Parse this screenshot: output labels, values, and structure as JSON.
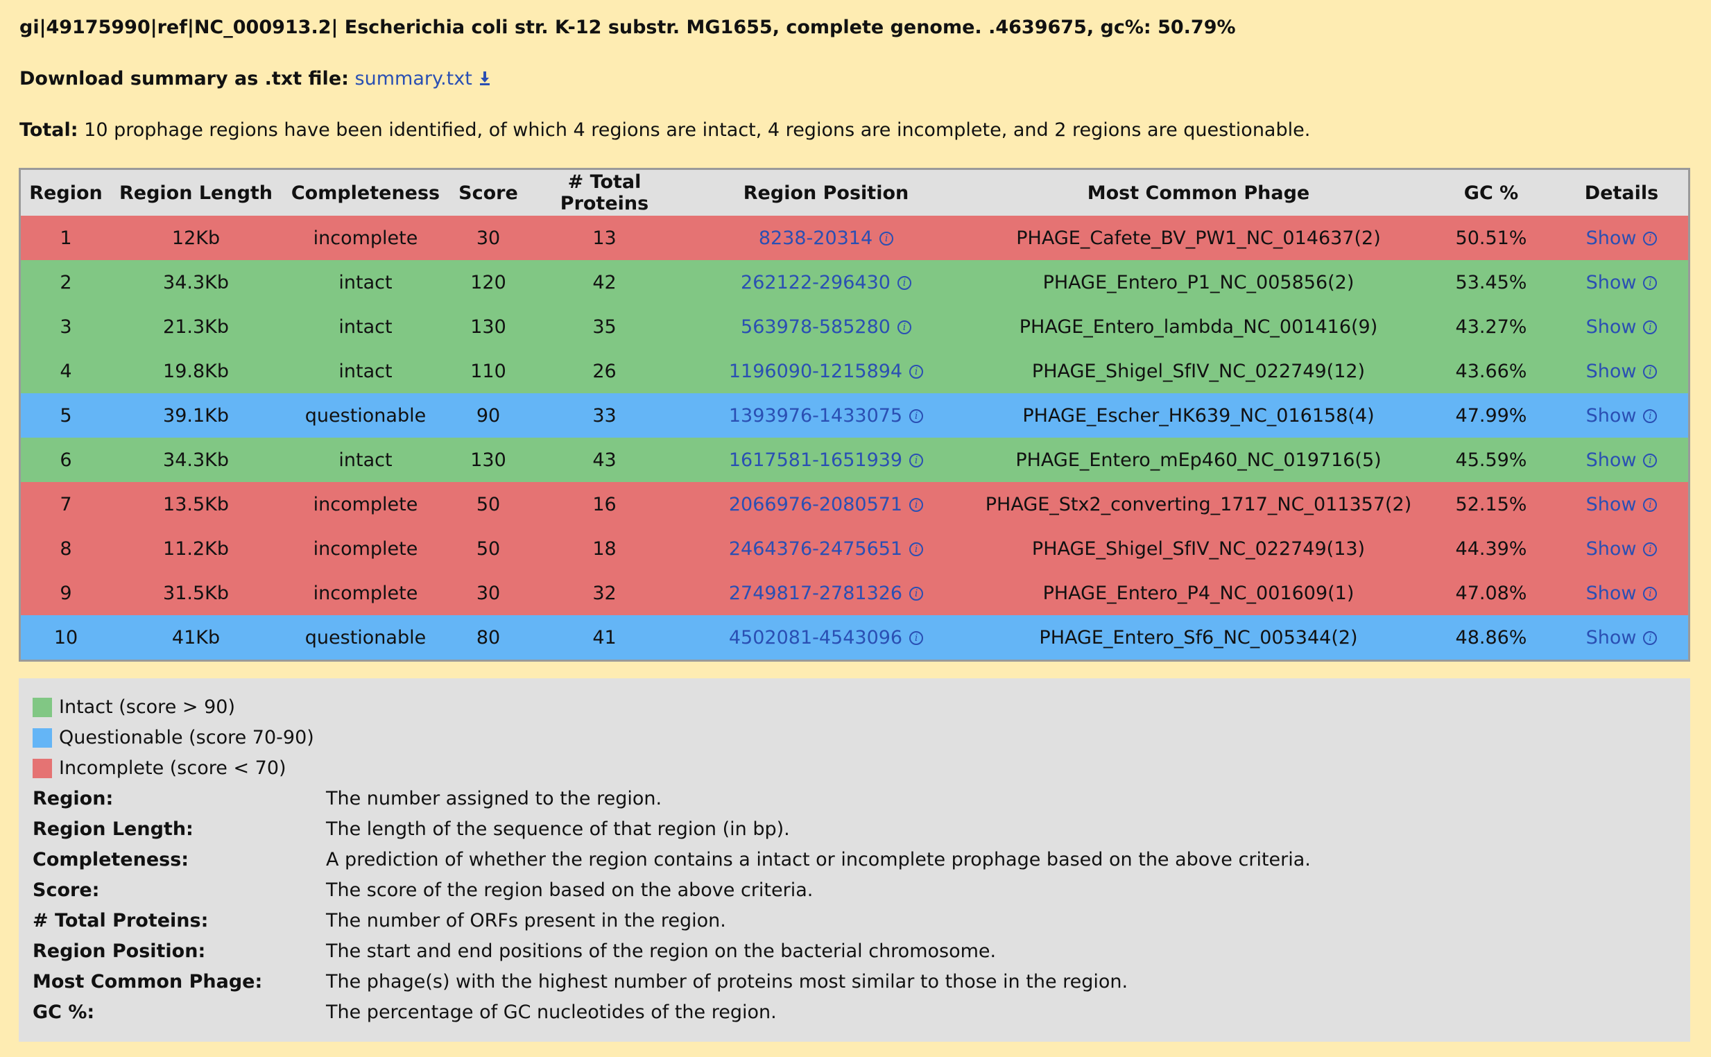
{
  "header": {
    "genome_title": "gi|49175990|ref|NC_000913.2| Escherichia coli str. K-12 substr. MG1655, complete genome. .4639675, gc%: 50.79%"
  },
  "download": {
    "label": "Download summary as .txt file:",
    "link_text": "summary.txt",
    "icon": "download-icon"
  },
  "total": {
    "label": "Total:",
    "text": "10 prophage regions have been identified, of which 4 regions are intact, 4 regions are incomplete, and 2 regions are questionable."
  },
  "table": {
    "headers": [
      "Region",
      "Region Length",
      "Completeness",
      "Score",
      "# Total Proteins",
      "Region Position",
      "Most Common Phage",
      "GC %",
      "Details"
    ],
    "rows": [
      {
        "region": "1",
        "length": "12Kb",
        "completeness": "incomplete",
        "score": "30",
        "proteins": "13",
        "position": "8238-20314",
        "phage": "PHAGE_Cafete_BV_PW1_NC_014637(2)",
        "gc": "50.51%",
        "details": "Show"
      },
      {
        "region": "2",
        "length": "34.3Kb",
        "completeness": "intact",
        "score": "120",
        "proteins": "42",
        "position": "262122-296430",
        "phage": "PHAGE_Entero_P1_NC_005856(2)",
        "gc": "53.45%",
        "details": "Show"
      },
      {
        "region": "3",
        "length": "21.3Kb",
        "completeness": "intact",
        "score": "130",
        "proteins": "35",
        "position": "563978-585280",
        "phage": "PHAGE_Entero_lambda_NC_001416(9)",
        "gc": "43.27%",
        "details": "Show"
      },
      {
        "region": "4",
        "length": "19.8Kb",
        "completeness": "intact",
        "score": "110",
        "proteins": "26",
        "position": "1196090-1215894",
        "phage": "PHAGE_Shigel_SfIV_NC_022749(12)",
        "gc": "43.66%",
        "details": "Show"
      },
      {
        "region": "5",
        "length": "39.1Kb",
        "completeness": "questionable",
        "score": "90",
        "proteins": "33",
        "position": "1393976-1433075",
        "phage": "PHAGE_Escher_HK639_NC_016158(4)",
        "gc": "47.99%",
        "details": "Show"
      },
      {
        "region": "6",
        "length": "34.3Kb",
        "completeness": "intact",
        "score": "130",
        "proteins": "43",
        "position": "1617581-1651939",
        "phage": "PHAGE_Entero_mEp460_NC_019716(5)",
        "gc": "45.59%",
        "details": "Show"
      },
      {
        "region": "7",
        "length": "13.5Kb",
        "completeness": "incomplete",
        "score": "50",
        "proteins": "16",
        "position": "2066976-2080571",
        "phage": "PHAGE_Stx2_converting_1717_NC_011357(2)",
        "gc": "52.15%",
        "details": "Show"
      },
      {
        "region": "8",
        "length": "11.2Kb",
        "completeness": "incomplete",
        "score": "50",
        "proteins": "18",
        "position": "2464376-2475651",
        "phage": "PHAGE_Shigel_SfIV_NC_022749(13)",
        "gc": "44.39%",
        "details": "Show"
      },
      {
        "region": "9",
        "length": "31.5Kb",
        "completeness": "incomplete",
        "score": "30",
        "proteins": "32",
        "position": "2749817-2781326",
        "phage": "PHAGE_Entero_P4_NC_001609(1)",
        "gc": "47.08%",
        "details": "Show"
      },
      {
        "region": "10",
        "length": "41Kb",
        "completeness": "questionable",
        "score": "80",
        "proteins": "41",
        "position": "4502081-4543096",
        "phage": "PHAGE_Entero_Sf6_NC_005344(2)",
        "gc": "48.86%",
        "details": "Show"
      }
    ]
  },
  "legend": {
    "items": [
      {
        "label": "Intact (score > 90)",
        "color": "#81c784"
      },
      {
        "label": "Questionable (score 70-90)",
        "color": "#64b5f6"
      },
      {
        "label": "Incomplete (score < 70)",
        "color": "#e57373"
      }
    ],
    "definitions": [
      {
        "term": "Region:",
        "desc": "The number assigned to the region."
      },
      {
        "term": "Region Length:",
        "desc": "The length of the sequence of that region (in bp)."
      },
      {
        "term": "Completeness:",
        "desc": "A prediction of whether the region contains a intact or incomplete prophage based on the above criteria."
      },
      {
        "term": "Score:",
        "desc": "The score of the region based on the above criteria."
      },
      {
        "term": "# Total Proteins:",
        "desc": "The number of ORFs present in the region."
      },
      {
        "term": "Region Position:",
        "desc": "The start and end positions of the region on the bacterial chromosome."
      },
      {
        "term": "Most Common Phage:",
        "desc": "The phage(s) with the highest number of proteins most similar to those in the region."
      },
      {
        "term": "GC %:",
        "desc": "The percentage of GC nucleotides of the region."
      }
    ]
  },
  "colors": {
    "background": "#feecb2",
    "intact": "#81c784",
    "questionable": "#64b5f6",
    "incomplete": "#e57373",
    "link": "#2a4fb3"
  }
}
